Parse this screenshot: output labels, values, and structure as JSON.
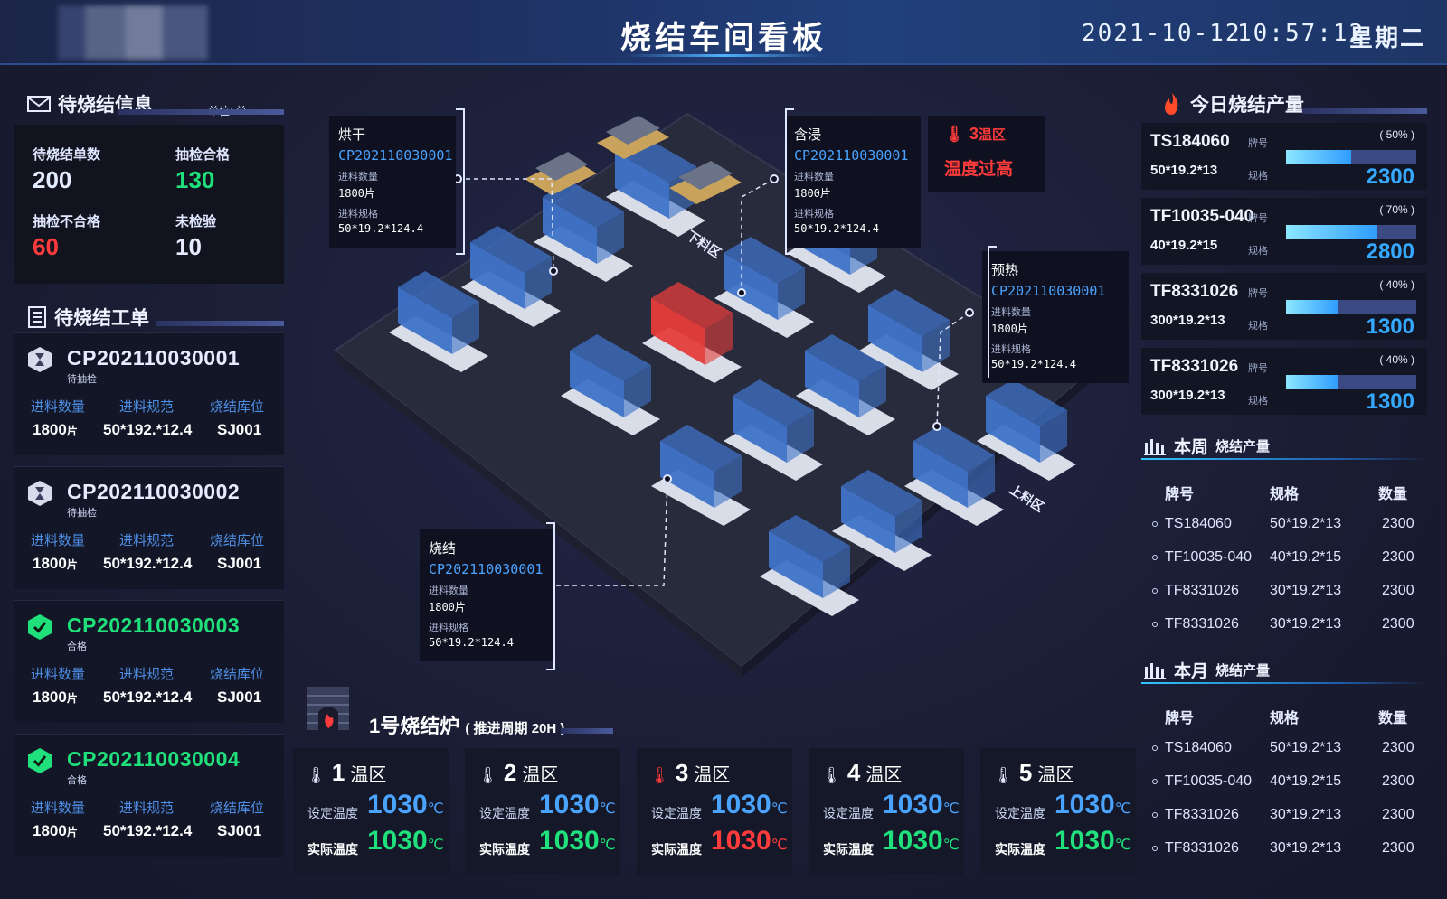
{
  "header": {
    "title": "烧结车间看板",
    "date": "2021-10-12",
    "time": "10:57:12",
    "weekday": "星期二"
  },
  "pending_info": {
    "title": "待烧结信息",
    "unit": "单位: 单",
    "items": [
      {
        "label": "待烧结单数",
        "value": "200",
        "color": "#e6ecff"
      },
      {
        "label": "抽检合格",
        "value": "130",
        "color": "#1fe07a"
      },
      {
        "label": "抽检不合格",
        "value": "60",
        "color": "#ff3b3b"
      },
      {
        "label": "未检验",
        "value": "10",
        "color": "#e6ecff"
      }
    ]
  },
  "work_orders": {
    "title": "待烧结工单",
    "columns": [
      "进料数量",
      "进料规范",
      "烧结库位"
    ],
    "items": [
      {
        "code": "CP202110030001",
        "status": "待抽检",
        "icon": "hourglass-icon",
        "qty": "1800",
        "qty_unit": "片",
        "spec": "50*192.*12.4",
        "location": "SJ001",
        "color": "#e6ecff"
      },
      {
        "code": "CP202110030002",
        "status": "待抽检",
        "icon": "hourglass-icon",
        "qty": "1800",
        "qty_unit": "片",
        "spec": "50*192.*12.4",
        "location": "SJ001",
        "color": "#e6ecff"
      },
      {
        "code": "CP202110030003",
        "status": "合格",
        "icon": "check-shield-icon",
        "qty": "1800",
        "qty_unit": "片",
        "spec": "50*192.*12.4",
        "location": "SJ001",
        "color": "#1fe07a"
      },
      {
        "code": "CP202110030004",
        "status": "合格",
        "icon": "check-shield-icon",
        "qty": "1800",
        "qty_unit": "片",
        "spec": "50*192.*12.4",
        "location": "SJ001",
        "color": "#1fe07a"
      }
    ]
  },
  "callouts": {
    "hongan": {
      "title": "烘干",
      "code": "CP202110030001",
      "qty_label": "进料数量",
      "qty": "1800片",
      "spec_label": "进料规格",
      "spec": "50*19.2*124.4"
    },
    "hanjin": {
      "title": "含浸",
      "code": "CP202110030001",
      "qty_label": "进料数量",
      "qty": "1800片",
      "spec_label": "进料规格",
      "spec": "50*19.2*124.4"
    },
    "yure": {
      "title": "预热",
      "code": "CP202110030001",
      "qty_label": "进料数量",
      "qty": "1800片",
      "spec_label": "进料规格",
      "spec": "50*19.2*124.4"
    },
    "shaojie": {
      "title": "烧结",
      "code": "CP202110030001",
      "qty_label": "进料数量",
      "qty": "1800片",
      "spec_label": "进料规格",
      "spec": "50*19.2*124.4"
    }
  },
  "alarm": {
    "zone": "3",
    "zone_label": "温区",
    "message": "温度过高"
  },
  "scene_labels": {
    "unload": "下料区",
    "load": "上料区"
  },
  "furnace": {
    "title": "1号烧结炉",
    "cycle": "( 推进周期 20H )"
  },
  "zones": [
    {
      "num": "1",
      "label": "温区",
      "set_label": "设定温度",
      "set": "1030",
      "act_label": "实际温度",
      "act": "1030",
      "unit": "℃",
      "status": "normal"
    },
    {
      "num": "2",
      "label": "温区",
      "set_label": "设定温度",
      "set": "1030",
      "act_label": "实际温度",
      "act": "1030",
      "unit": "℃",
      "status": "normal"
    },
    {
      "num": "3",
      "label": "温区",
      "set_label": "设定温度",
      "set": "1030",
      "act_label": "实际温度",
      "act": "1030",
      "unit": "℃",
      "status": "alarm"
    },
    {
      "num": "4",
      "label": "温区",
      "set_label": "设定温度",
      "set": "1030",
      "act_label": "实际温度",
      "act": "1030",
      "unit": "℃",
      "status": "normal"
    },
    {
      "num": "5",
      "label": "温区",
      "set_label": "设定温度",
      "set": "1030",
      "act_label": "实际温度",
      "act": "1030",
      "unit": "℃",
      "status": "normal"
    }
  ],
  "today_output": {
    "title": "今日烧结产量",
    "brand_tag": "牌号",
    "spec_tag": "规格",
    "items": [
      {
        "brand": "TS184060",
        "spec": "50*19.2*13",
        "pct_text": "( 50% )",
        "pct": 0.5,
        "value": "2300"
      },
      {
        "brand": "TF10035-040",
        "spec": "40*19.2*15",
        "pct_text": "( 70% )",
        "pct": 0.7,
        "value": "2800"
      },
      {
        "brand": "TF8331026",
        "spec": "300*19.2*13",
        "pct_text": "( 40% )",
        "pct": 0.4,
        "value": "1300"
      },
      {
        "brand": "TF8331026",
        "spec": "300*19.2*13",
        "pct_text": "( 40% )",
        "pct": 0.4,
        "value": "1300"
      }
    ]
  },
  "week_output": {
    "title": "本周",
    "title_suffix": "烧结产量",
    "columns": [
      "牌号",
      "规格",
      "数量"
    ],
    "rows": [
      [
        "TS184060",
        "50*19.2*13",
        "2300"
      ],
      [
        "TF10035-040",
        "40*19.2*15",
        "2300"
      ],
      [
        "TF8331026",
        "30*19.2*13",
        "2300"
      ],
      [
        "TF8331026",
        "30*19.2*13",
        "2300"
      ]
    ]
  },
  "month_output": {
    "title": "本月",
    "title_suffix": "烧结产量",
    "columns": [
      "牌号",
      "规格",
      "数量"
    ],
    "rows": [
      [
        "TS184060",
        "50*19.2*13",
        "2300"
      ],
      [
        "TF10035-040",
        "40*19.2*15",
        "2300"
      ],
      [
        "TF8331026",
        "30*19.2*13",
        "2300"
      ],
      [
        "TF8331026",
        "30*19.2*13",
        "2300"
      ]
    ]
  }
}
